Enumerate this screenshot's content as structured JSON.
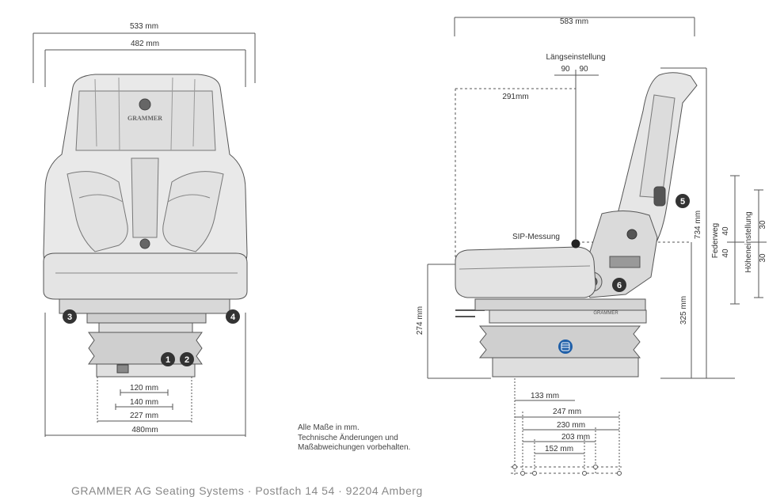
{
  "front_view": {
    "dims": {
      "overall_width": "533 mm",
      "back_width": "482 mm",
      "rail_a": "120 mm",
      "rail_b": "140 mm",
      "rail_c": "227 mm",
      "base_width": "480mm"
    },
    "logo_text": "GRAMMER",
    "markers": [
      "1",
      "2",
      "3",
      "4"
    ]
  },
  "side_view": {
    "dims": {
      "overall_depth": "583 mm",
      "fore_aft_label": "Längseinstellung",
      "fore_aft_minus": "90",
      "fore_aft_plus": "90",
      "sip_offset": "291mm",
      "sip_label": "SIP-Messung",
      "total_height": "734 mm",
      "base_height": "274 mm",
      "sip_height": "325 mm",
      "suspension_label": "Federweg",
      "suspension_up": "40",
      "suspension_down": "40",
      "height_adj_label": "Höheneinstellung",
      "height_up": "30",
      "height_down": "30",
      "rail_133": "133 mm",
      "rail_247": "247 mm",
      "rail_230": "230 mm",
      "rail_203": "203 mm",
      "rail_152": "152 mm"
    },
    "markers": [
      "5",
      "6"
    ],
    "base_label": "GRAMMER"
  },
  "notes": [
    "Alle Maße in mm.",
    "Technische Änderungen und",
    "Maßabweichungen vorbehalten."
  ],
  "footer": "GRAMMER AG Seating Systems · Postfach 14 54 · 92204 Amberg",
  "colors": {
    "marker": "#333333",
    "blue_badge": "#1f5fa8",
    "line": "#444444"
  }
}
